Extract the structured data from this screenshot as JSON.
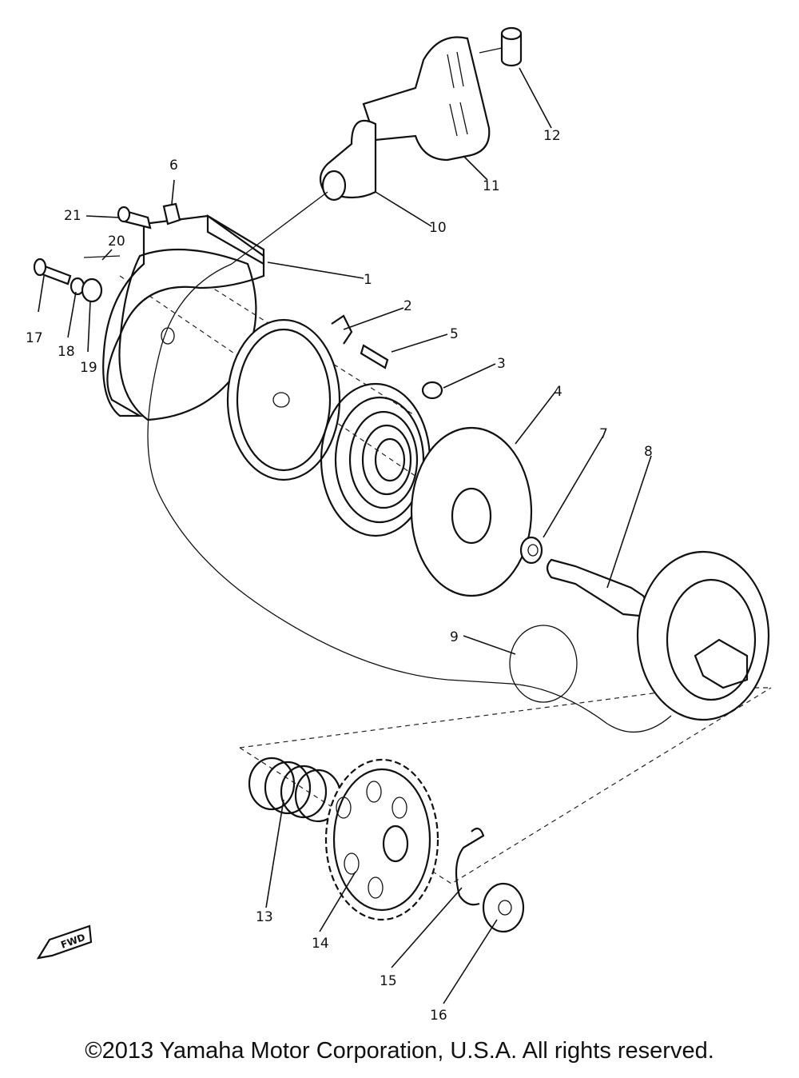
{
  "diagram": {
    "callouts": [
      "1",
      "2",
      "3",
      "4",
      "5",
      "6",
      "7",
      "8",
      "9",
      "10",
      "11",
      "12",
      "13",
      "14",
      "15",
      "16",
      "17",
      "18",
      "19",
      "20",
      "21"
    ],
    "fwd_label": "FWD",
    "copyright": "©2013 Yamaha Motor Corporation, U.S.A. All rights reserved."
  }
}
